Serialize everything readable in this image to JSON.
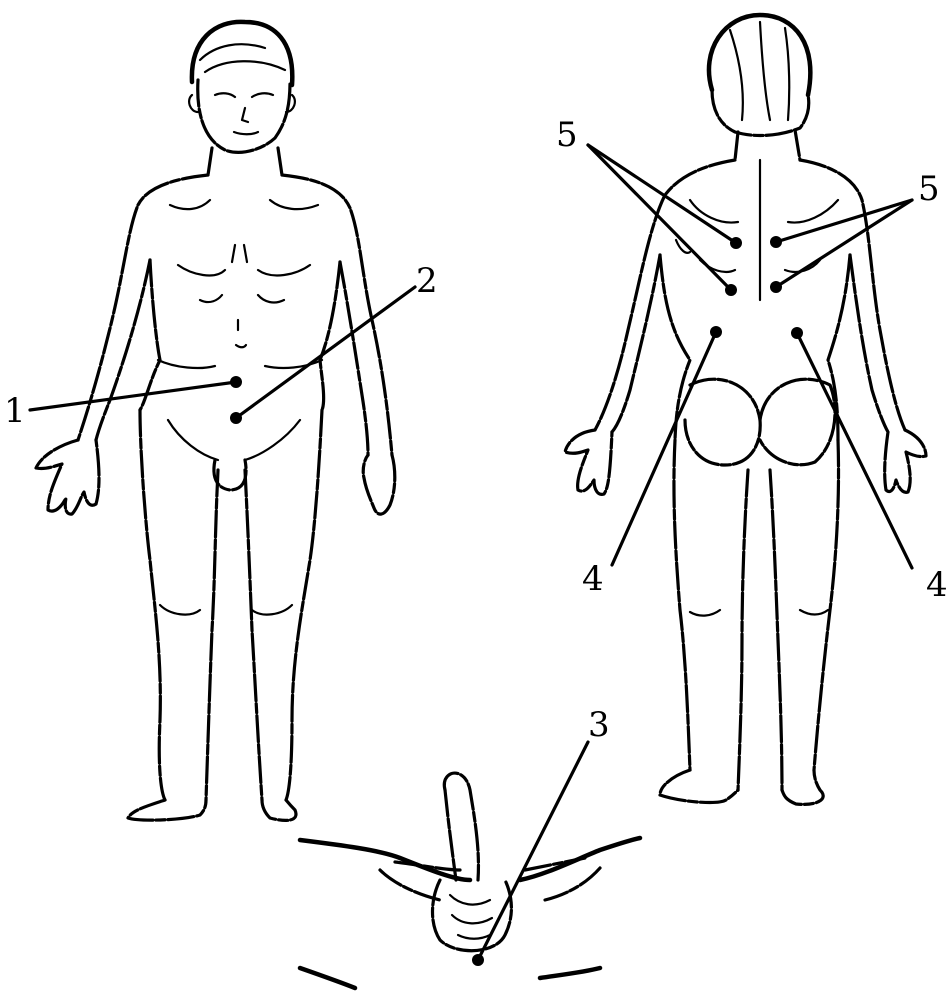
{
  "callouts": [
    {
      "id": "1",
      "label": "1"
    },
    {
      "id": "2",
      "label": "2"
    },
    {
      "id": "3",
      "label": "3"
    },
    {
      "id": "4-left",
      "label": "4"
    },
    {
      "id": "4-right",
      "label": "4"
    },
    {
      "id": "5-left",
      "label": "5"
    },
    {
      "id": "5-right",
      "label": "5"
    }
  ]
}
